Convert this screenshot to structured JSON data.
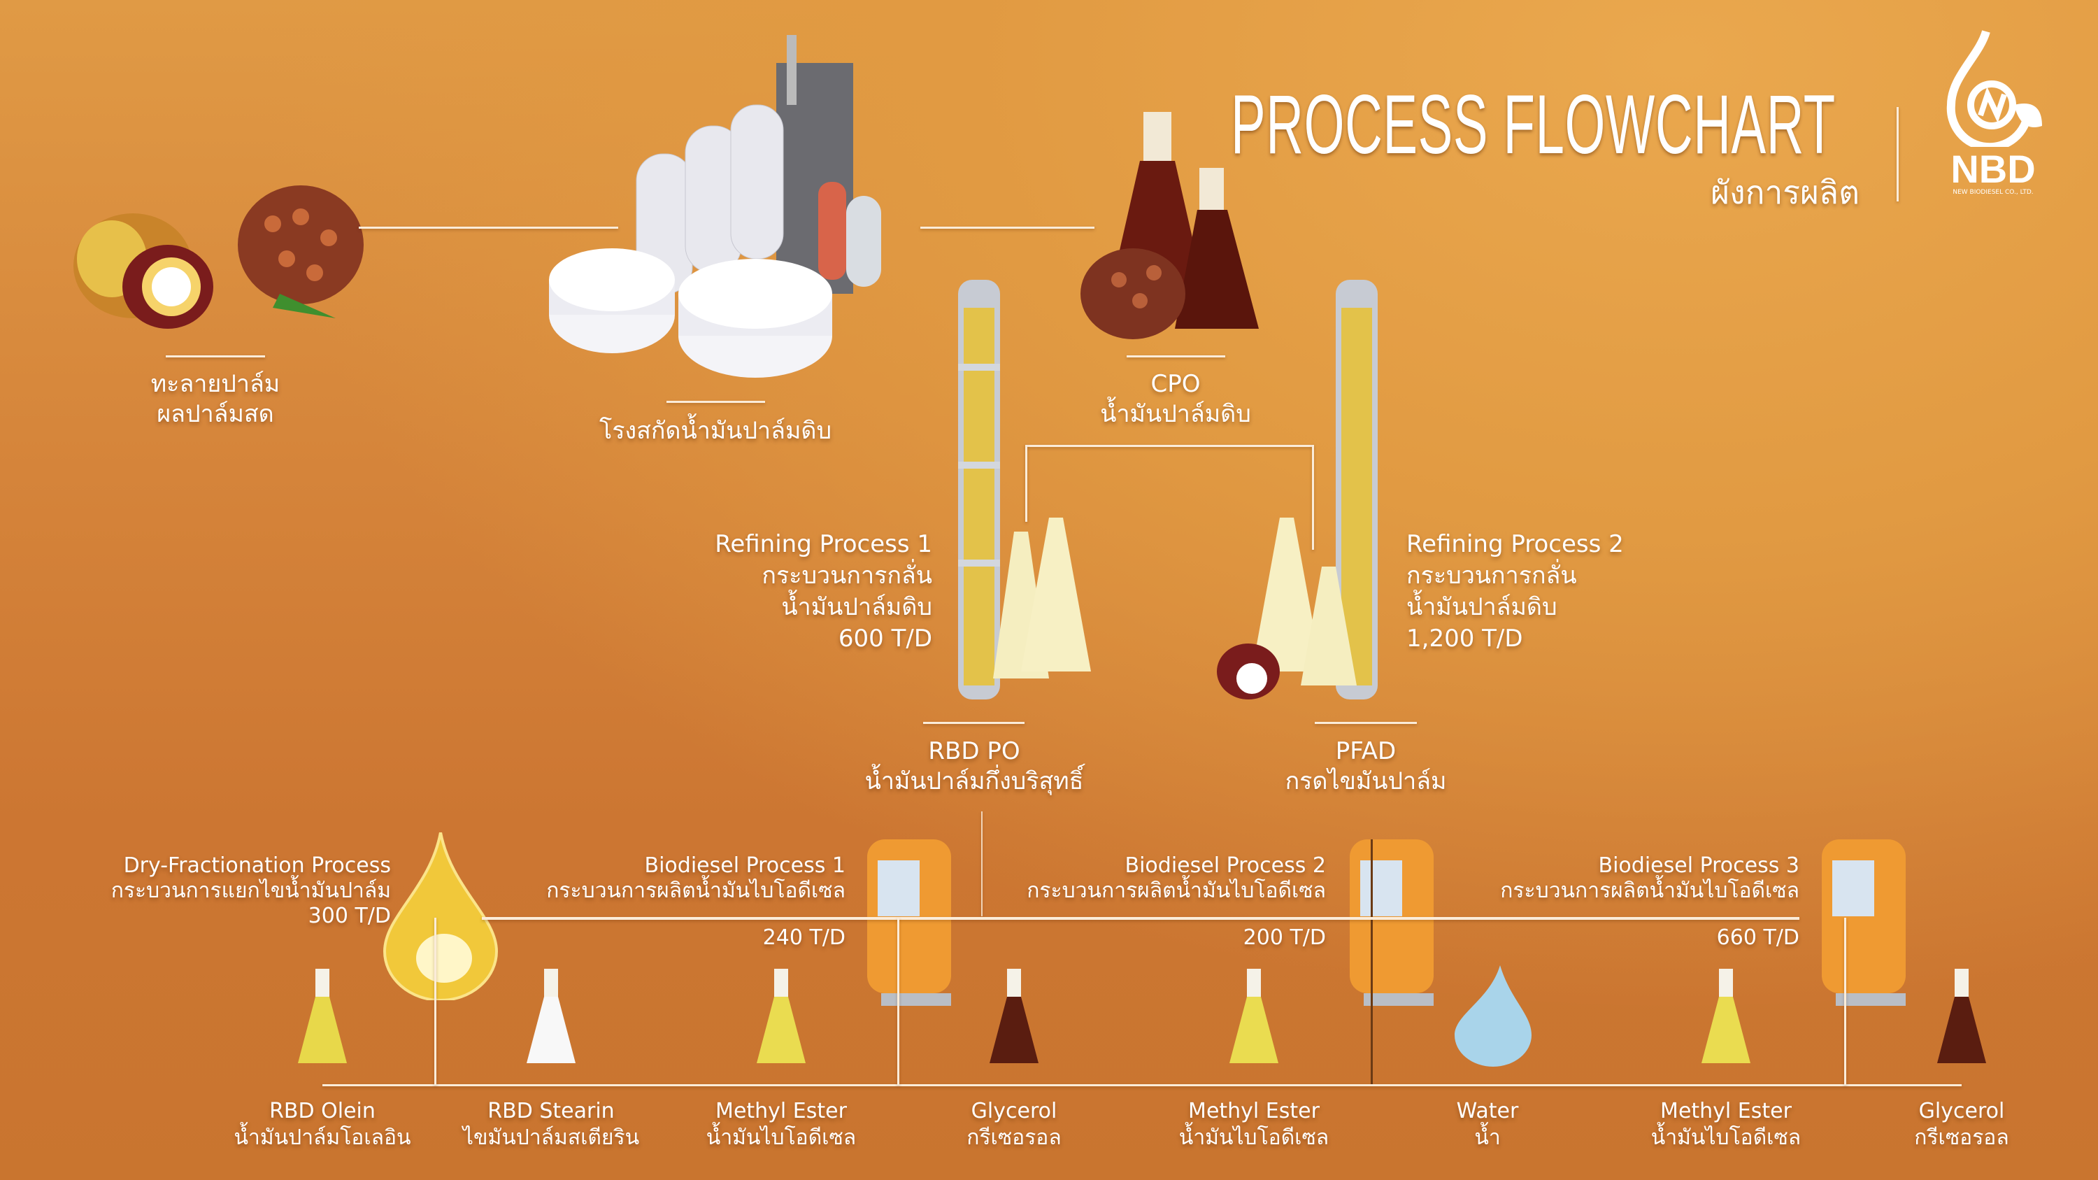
{
  "header": {
    "title": "PROCESS FLOWCHART",
    "subtitle": "ผังการผลิต",
    "logo_text": "NBD",
    "logo_subtext": "NEW BIODIESEL CO., LTD."
  },
  "colors": {
    "bg_top": "#e09a45",
    "bg_bottom": "#c9752f",
    "line": "#fbecd9"
  },
  "stages": {
    "ffb": {
      "line1": "ทะลายปาล์ม",
      "line2": "ผลปาล์มสด"
    },
    "mill": {
      "line1": "โรงสกัดน้ำมันปาล์มดิบ"
    },
    "cpo": {
      "line1": "CPO",
      "line2": "น้ำมันปาล์มดิบ"
    },
    "refining1": {
      "name": "Refining Process 1",
      "th1": "กระบวนการกลั่น",
      "th2": "น้ำมันปาล์มดิบ",
      "capacity": "600 T/D"
    },
    "refining2": {
      "name": "Refining Process 2",
      "th1": "กระบวนการกลั่น",
      "th2": "น้ำมันปาล์มดิบ",
      "capacity": "1,200 T/D"
    },
    "rbdpo": {
      "line1": "RBD PO",
      "line2": "น้ำมันปาล์มกึ่งบริสุทธิ์"
    },
    "pfad": {
      "line1": "PFAD",
      "line2": "กรดไขมันปาล์ม"
    },
    "dry": {
      "name": "Dry-Fractionation Process",
      "th": "กระบวนการแยกไขน้ำมันปาล์ม",
      "capacity": "300 T/D"
    },
    "bio1": {
      "name": "Biodiesel Process 1",
      "th": "กระบวนการผลิตน้ำมันไบโอดีเซล",
      "capacity": "240 T/D"
    },
    "bio2": {
      "name": "Biodiesel Process 2",
      "th": "กระบวนการผลิตน้ำมันไบโอดีเซล",
      "capacity": "200 T/D"
    },
    "bio3": {
      "name": "Biodiesel Process 3",
      "th": "กระบวนการผลิตน้ำมันไบโอดีเซล",
      "capacity": "660 T/D"
    }
  },
  "products": [
    {
      "en": "RBD Olein",
      "th": "น้ำมันปาล์มโอเลอิน"
    },
    {
      "en": "RBD Stearin",
      "th": "ไขมันปาล์มสเตียริน"
    },
    {
      "en": "Methyl Ester",
      "th": "น้ำมันไบโอดีเซล"
    },
    {
      "en": "Glycerol",
      "th": "กรีเซอรอล"
    },
    {
      "en": "Methyl Ester",
      "th": "น้ำมันไบโอดีเซล"
    },
    {
      "en": "Water",
      "th": "น้ำ"
    },
    {
      "en": "Methyl Ester",
      "th": "น้ำมันไบโอดีเซล"
    },
    {
      "en": "Glycerol",
      "th": "กรีเซอรอล"
    }
  ]
}
